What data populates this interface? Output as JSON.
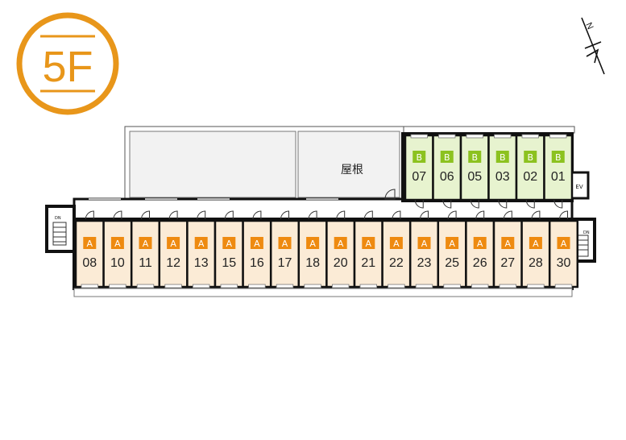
{
  "floor_label": "5F",
  "roof_label": "屋根",
  "ev_label": "EV",
  "stair_label": "DN",
  "compass_label": "N",
  "colors": {
    "accent": "#e8961a",
    "type_a_fill": "#fbebd6",
    "type_a_badge": "#ee8a10",
    "type_b_fill": "#e7f3cf",
    "type_b_badge": "#8cc21f",
    "wall": "#111111",
    "roof": "#f2f2f2"
  },
  "units_top": [
    {
      "type": "B",
      "number": "07"
    },
    {
      "type": "B",
      "number": "06"
    },
    {
      "type": "B",
      "number": "05"
    },
    {
      "type": "B",
      "number": "03"
    },
    {
      "type": "B",
      "number": "02"
    },
    {
      "type": "B",
      "number": "01"
    }
  ],
  "units_bottom": [
    {
      "type": "A",
      "number": "08"
    },
    {
      "type": "A",
      "number": "10"
    },
    {
      "type": "A",
      "number": "11"
    },
    {
      "type": "A",
      "number": "12"
    },
    {
      "type": "A",
      "number": "13"
    },
    {
      "type": "A",
      "number": "15"
    },
    {
      "type": "A",
      "number": "16"
    },
    {
      "type": "A",
      "number": "17"
    },
    {
      "type": "A",
      "number": "18"
    },
    {
      "type": "A",
      "number": "20"
    },
    {
      "type": "A",
      "number": "21"
    },
    {
      "type": "A",
      "number": "22"
    },
    {
      "type": "A",
      "number": "23"
    },
    {
      "type": "A",
      "number": "25"
    },
    {
      "type": "A",
      "number": "26"
    },
    {
      "type": "A",
      "number": "27"
    },
    {
      "type": "A",
      "number": "28"
    },
    {
      "type": "A",
      "number": "30"
    }
  ]
}
